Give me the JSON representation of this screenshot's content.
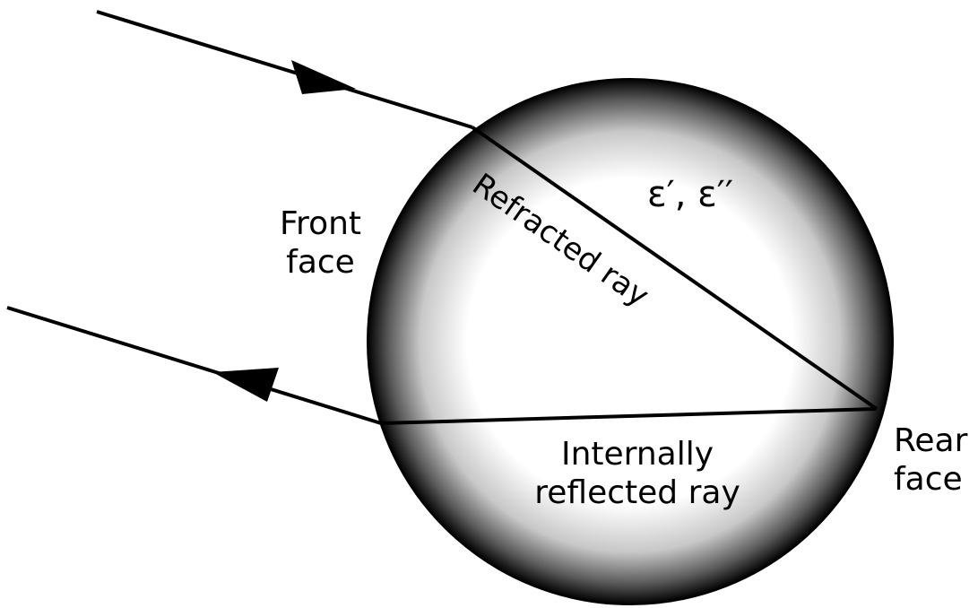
{
  "diagram": {
    "labels": {
      "front_face_line1": "Front",
      "front_face_line2": "face",
      "rear_face_line1": "Rear",
      "rear_face_line2": "face",
      "refracted_ray": "Refracted ray",
      "permittivity": "ε′, ε′′",
      "internal_line1": "Internally",
      "internal_line2": "reflected ray"
    },
    "colors": {
      "ray": "#000000",
      "sphere_edge": "#000000",
      "sphere_center": "#ffffff",
      "text": "#000000"
    }
  }
}
